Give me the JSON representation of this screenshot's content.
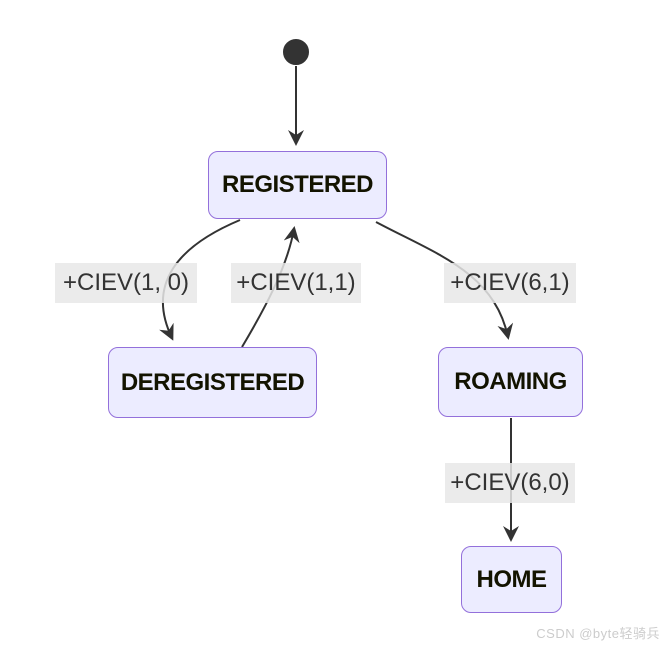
{
  "diagram": {
    "type": "state-diagram",
    "states": [
      {
        "id": "REGISTERED",
        "label": "REGISTERED"
      },
      {
        "id": "DEREGISTERED",
        "label": "DEREGISTERED"
      },
      {
        "id": "ROAMING",
        "label": "ROAMING"
      },
      {
        "id": "HOME",
        "label": "HOME"
      }
    ],
    "transitions": [
      {
        "from": "[*]",
        "to": "REGISTERED",
        "label": ""
      },
      {
        "from": "REGISTERED",
        "to": "DEREGISTERED",
        "label": "+CIEV(1, 0)"
      },
      {
        "from": "DEREGISTERED",
        "to": "REGISTERED",
        "label": "+CIEV(1,1)"
      },
      {
        "from": "REGISTERED",
        "to": "ROAMING",
        "label": "+CIEV(6,1)"
      },
      {
        "from": "ROAMING",
        "to": "HOME",
        "label": "+CIEV(6,0)"
      }
    ],
    "colors": {
      "state_fill": "#ECECFF",
      "state_border": "#9370DB",
      "state_text": "#131300",
      "edge_stroke": "#333333",
      "initial_dot": "#333333",
      "edge_label_bg": "#e8e8e8",
      "edge_label_text": "#333333",
      "background": "#ffffff",
      "watermark_text_color": "#cccccc"
    }
  },
  "watermark": {
    "text": "CSDN @byte轻骑兵"
  }
}
